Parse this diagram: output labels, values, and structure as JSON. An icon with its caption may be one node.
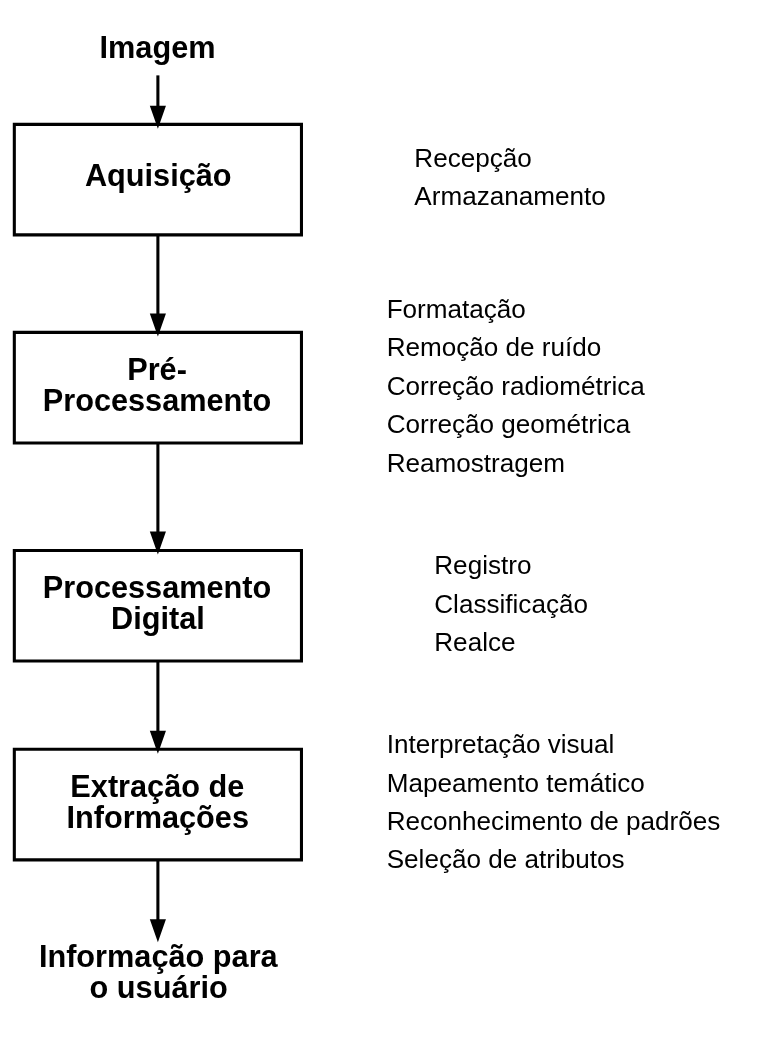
{
  "diagram": {
    "nodes": [
      {
        "text": [
          "Imagem"
        ]
      },
      {
        "text": [
          "Aquisição"
        ],
        "beside": [
          "Recepção",
          "Armazanamento"
        ]
      },
      {
        "text": [
          "Pré- Processamento"
        ],
        "beside": [
          "Formatação",
          "Remoção de ruído",
          "Correção radiométrica",
          "Correção geométrica",
          "Reamostragem"
        ]
      },
      {
        "text": [
          "Processamento Digital"
        ],
        "beside": [
          "Registro",
          "Classificação",
          "Realce"
        ]
      },
      {
        "text": [
          "Extração de Informações"
        ],
        "beside": [
          "Interpretação visual",
          "Mapeamento temático",
          "Reconhecimento de padrões",
          "Seleção de atributos"
        ]
      },
      {
        "text": [
          "Informação para o usuário"
        ]
      }
    ],
    "edges": [
      {
        "from": 0,
        "to": 1,
        "arrow": "to"
      },
      {
        "from": 1,
        "to": 2,
        "arrow": "to"
      },
      {
        "from": 2,
        "to": 3,
        "arrow": "to"
      },
      {
        "from": 3,
        "to": 4,
        "arrow": "to"
      },
      {
        "from": 4,
        "to": 5,
        "arrow": "to"
      }
    ]
  }
}
